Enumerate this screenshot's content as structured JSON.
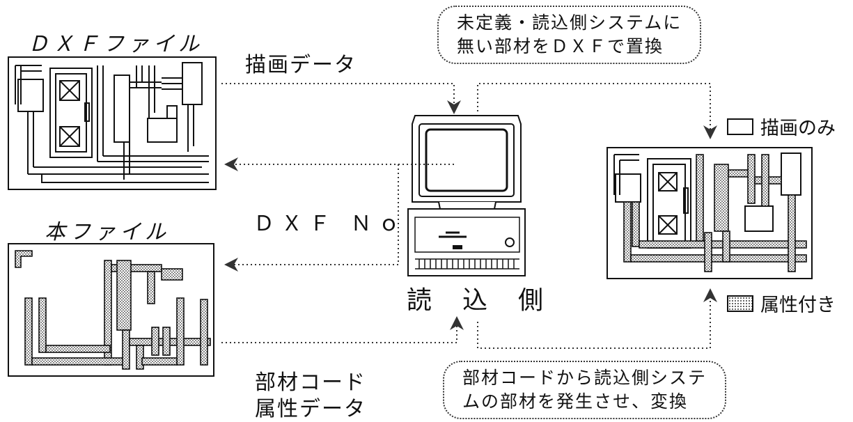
{
  "files": {
    "dxf_file_title": "ＤＸＦファイル",
    "main_file_title": "本ファイル"
  },
  "flows": {
    "drawing_data": "描画データ",
    "dxf_no": "ＤＸＦ Ｎｏ",
    "part_code": "部材コード",
    "attribute_data": "属性データ"
  },
  "reader": {
    "label": "読　込　側"
  },
  "notes": {
    "top_line1": "未定義・読込側システムに",
    "top_line2": "無い部材をＤＸＦで置換",
    "bottom_line1": "部材コードから読込側システ",
    "bottom_line2": "ムの部材を発生させ、変換"
  },
  "legend": {
    "draw_only": "描画のみ",
    "with_attributes": "属性付き"
  }
}
